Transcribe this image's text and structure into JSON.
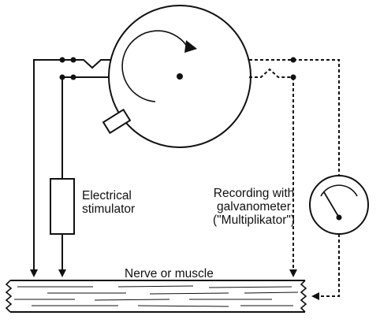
{
  "labels": {
    "stimulator_line1": "Electrical",
    "stimulator_line2": "stimulator",
    "recording_line1": "Recording with",
    "recording_line2": "galvanometer",
    "recording_line3": "(\"Multiplikator\")",
    "tissue": "Nerve or muscle"
  },
  "colors": {
    "line": "#111111",
    "background": "#ffffff"
  }
}
